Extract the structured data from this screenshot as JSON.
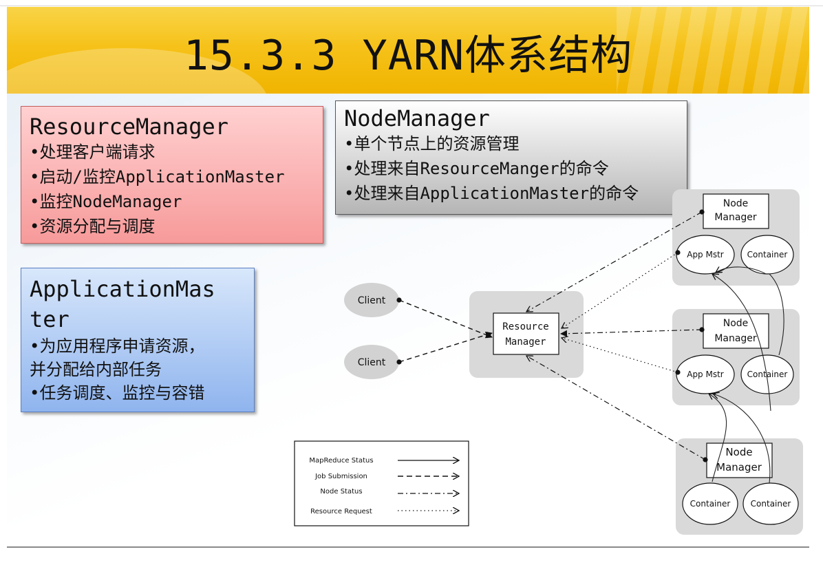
{
  "title": "15.3.3 YARN体系结构",
  "resource_manager": {
    "heading": "ResourceManager",
    "items": [
      "•处理客户端请求",
      "•启动/监控ApplicationMaster",
      "•监控NodeManager",
      "•资源分配与调度"
    ]
  },
  "node_manager": {
    "heading": "NodeManager",
    "items": [
      "•单个节点上的资源管理",
      "•处理来自ResourceManger的命令",
      "•处理来自ApplicationMaster的命令"
    ]
  },
  "application_master": {
    "heading_line1": "ApplicationMas",
    "heading_line2": "ter",
    "items": [
      "•为应用程序申请资源，",
      "并分配给内部任务",
      "•任务调度、监控与容错"
    ]
  },
  "diagram": {
    "clients": [
      "Client",
      "Client"
    ],
    "resource_manager_line1": "Resource",
    "resource_manager_line2": "Manager",
    "nodes": [
      {
        "manager_line1": "Node",
        "manager_line2": "Manager",
        "left_label": "App Mstr",
        "right_label": "Container"
      },
      {
        "manager_line1": "Node",
        "manager_line2": "Manager",
        "left_label": "App Mstr",
        "right_label": "Container"
      },
      {
        "manager_line1": "Node",
        "manager_line2": "Manager",
        "left_label": "Container",
        "right_label": "Container"
      }
    ],
    "legend": [
      {
        "label": "MapReduce Status",
        "style": "solid"
      },
      {
        "label": "Job Submission",
        "style": "dashed"
      },
      {
        "label": "Node Status",
        "style": "dash-dot"
      },
      {
        "label": "Resource Request",
        "style": "dotted"
      }
    ]
  }
}
